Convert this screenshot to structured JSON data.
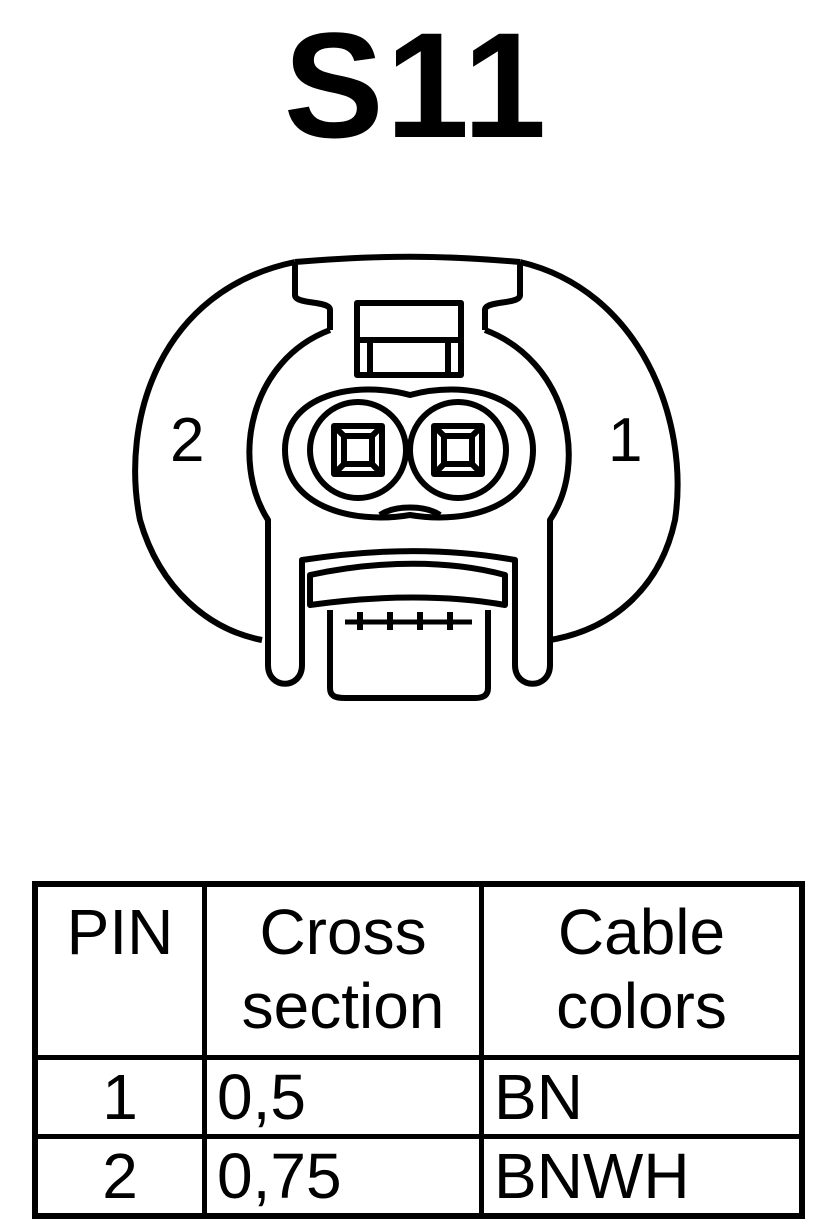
{
  "title": "S11",
  "connector": {
    "pin_labels": {
      "left": "2",
      "right": "1"
    }
  },
  "table": {
    "headers": {
      "pin": "PIN",
      "cross_section": [
        "Cross",
        "section"
      ],
      "cable_colors": [
        "Cable",
        "colors"
      ]
    },
    "rows": [
      {
        "pin": "1",
        "cross_section": "0,5",
        "color": "BN"
      },
      {
        "pin": "2",
        "cross_section": "0,75",
        "color": "BNWH"
      }
    ]
  }
}
